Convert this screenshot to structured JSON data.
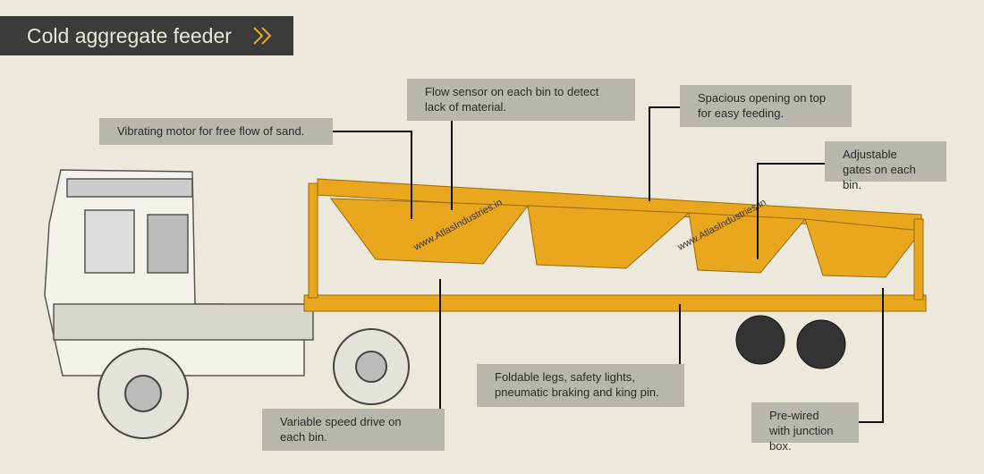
{
  "title": "Cold aggregate feeder",
  "title_icon": "double-chevron-right-icon",
  "watermark": "www.AtlasIndustries.in",
  "callouts": {
    "vibrating_motor": "Vibrating motor for free flow of sand.",
    "flow_sensor": "Flow sensor on each bin to detect lack of material.",
    "spacious_opening": "Spacious opening on top for easy feeding.",
    "adjustable_gates": "Adjustable gates on each bin.",
    "foldable_legs": "Foldable legs, safety lights, pneumatic braking and king pin.",
    "variable_speed": "Variable speed drive on each bin.",
    "pre_wired": "Pre-wired with junction box."
  },
  "colors": {
    "background": "#ece9dc",
    "title_bar": "#3b3b39",
    "accent": "#e8a928",
    "callout": "#b9b7ad",
    "machine": "#e9a71e"
  }
}
